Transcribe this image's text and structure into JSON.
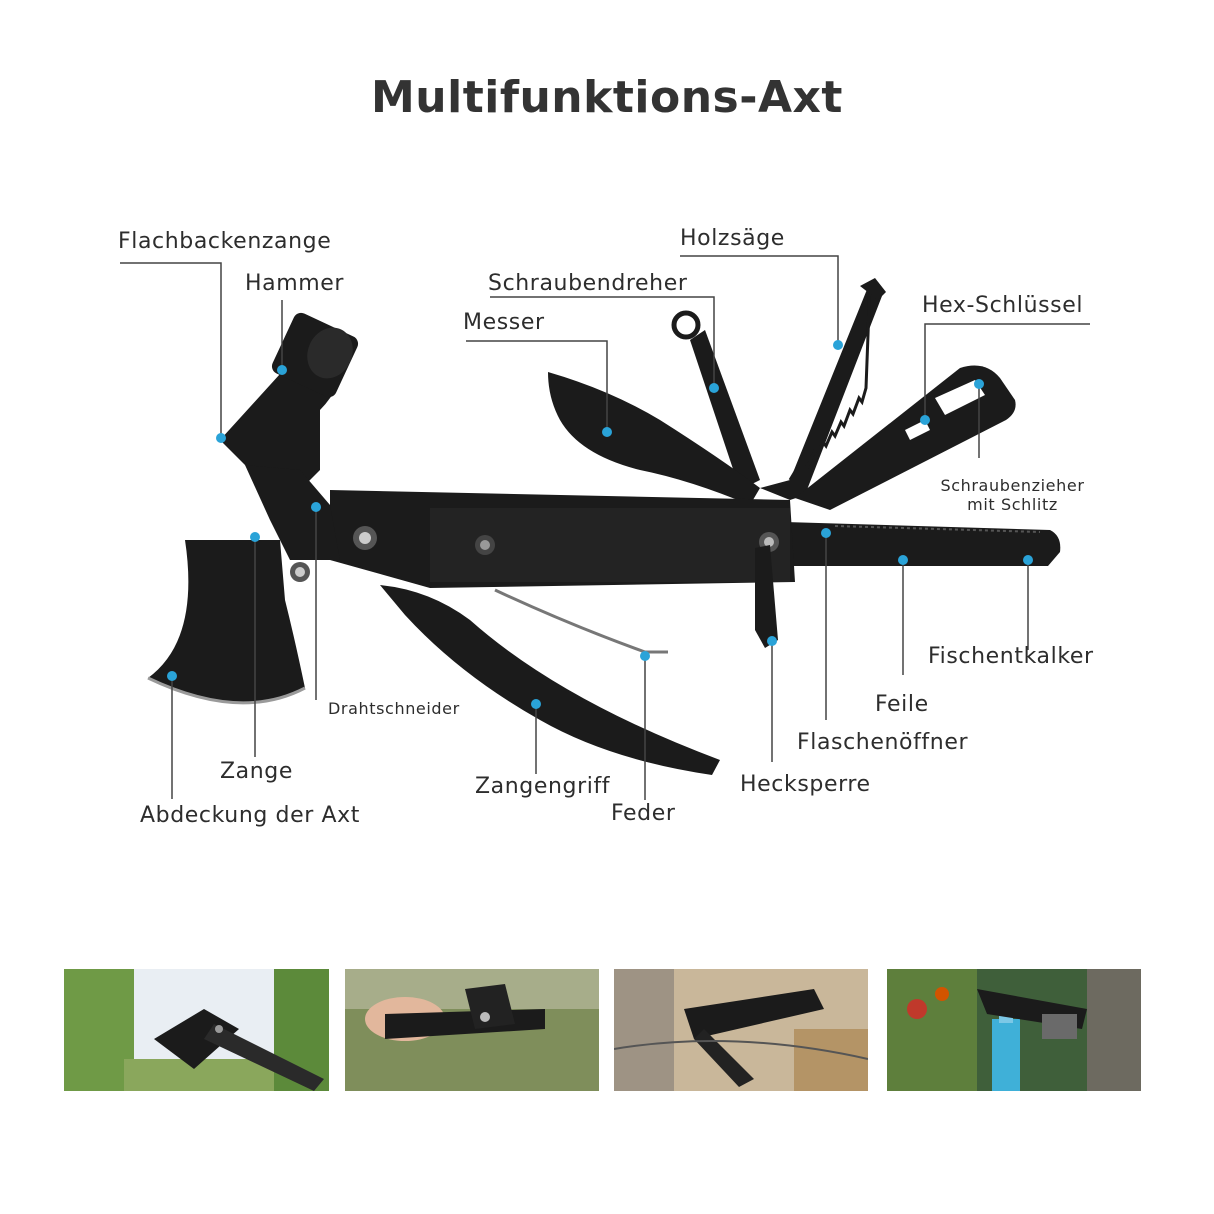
{
  "title": "Multifunktions-Axt",
  "labels": {
    "flachbackenzange": "Flachbackenzange",
    "hammer": "Hammer",
    "schraubendreher": "Schraubendreher",
    "holzsaege": "Holzsäge",
    "messer": "Messer",
    "hex_schluessel": "Hex-Schlüssel",
    "schraubenzieher_line1": "Schraubenzieher",
    "schraubenzieher_line2": "mit Schlitz",
    "drahtschneider": "Drahtschneider",
    "fischentkalker": "Fischentkalker",
    "feile": "Feile",
    "flaschenoeffner": "Flaschenöffner",
    "zange": "Zange",
    "abdeckung": "Abdeckung der Axt",
    "zangengriff": "Zangengriff",
    "feder": "Feder",
    "hecksperre": "Hecksperre"
  },
  "colors": {
    "tool": "#1b1b1b",
    "leader": "#444444",
    "dot": "#2aa3d8",
    "title": "#333333"
  },
  "photos": [
    {
      "name": "photo-axe-chopping-tree"
    },
    {
      "name": "photo-pliers-in-hand"
    },
    {
      "name": "photo-cutting-wire"
    },
    {
      "name": "photo-opening-bottle"
    }
  ]
}
